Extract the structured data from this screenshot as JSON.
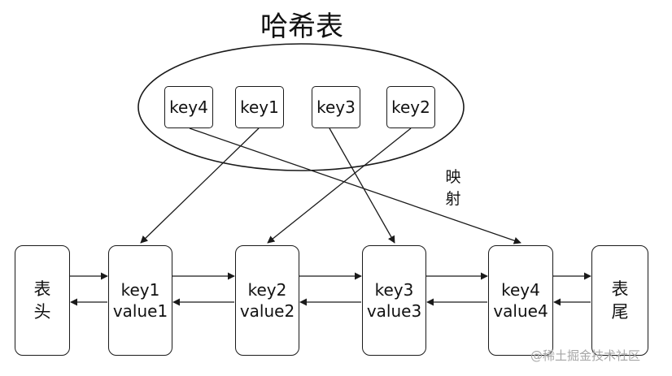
{
  "title": "哈希表",
  "hash_table": {
    "keys": [
      "key4",
      "key1",
      "key3",
      "key2"
    ]
  },
  "mapping_label": [
    "映",
    "射"
  ],
  "list": {
    "head": [
      "表",
      "头"
    ],
    "nodes": [
      {
        "key": "key1",
        "value": "value1"
      },
      {
        "key": "key2",
        "value": "value2"
      },
      {
        "key": "key3",
        "value": "value3"
      },
      {
        "key": "key4",
        "value": "value4"
      }
    ],
    "tail": [
      "表",
      "尾"
    ]
  },
  "watermark": "@稀土掘金技术社区",
  "colors": {
    "stroke": "#1a1a1a",
    "watermark": "#a6a6a6"
  }
}
